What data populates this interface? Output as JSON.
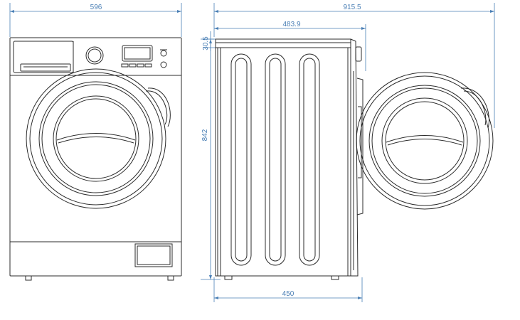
{
  "colors": {
    "line": "#2b2b2b",
    "dimension": "#4a7fb5",
    "background": "#ffffff"
  },
  "dimensions": {
    "front_width": "596",
    "total_depth_door_open": "915.5",
    "body_depth": "483.9",
    "top_offset": "30.5",
    "height": "842",
    "base_depth": "450"
  }
}
